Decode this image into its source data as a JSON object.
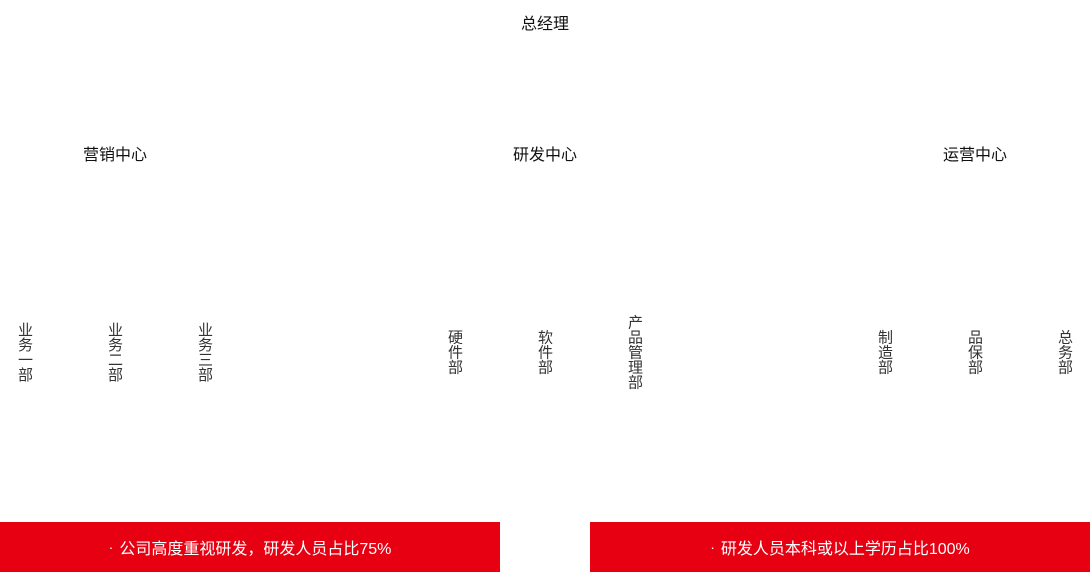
{
  "org": {
    "top": "总经理",
    "centers": [
      {
        "label": "营销中心",
        "depts": [
          "业务一部",
          "业务二部",
          "业务三部"
        ]
      },
      {
        "label": "研发中心",
        "depts": [
          "硬件部",
          "软件部",
          "产品管理部"
        ]
      },
      {
        "label": "运营中心",
        "depts": [
          "制造部",
          "品保部",
          "总务部"
        ]
      }
    ]
  },
  "banners": {
    "left": "公司高度重视研发，研发人员占比75%",
    "right": "研发人员本科或以上学历占比100%",
    "bullet": "·"
  },
  "colors": {
    "banner": "#e60012",
    "text": "#111111"
  }
}
